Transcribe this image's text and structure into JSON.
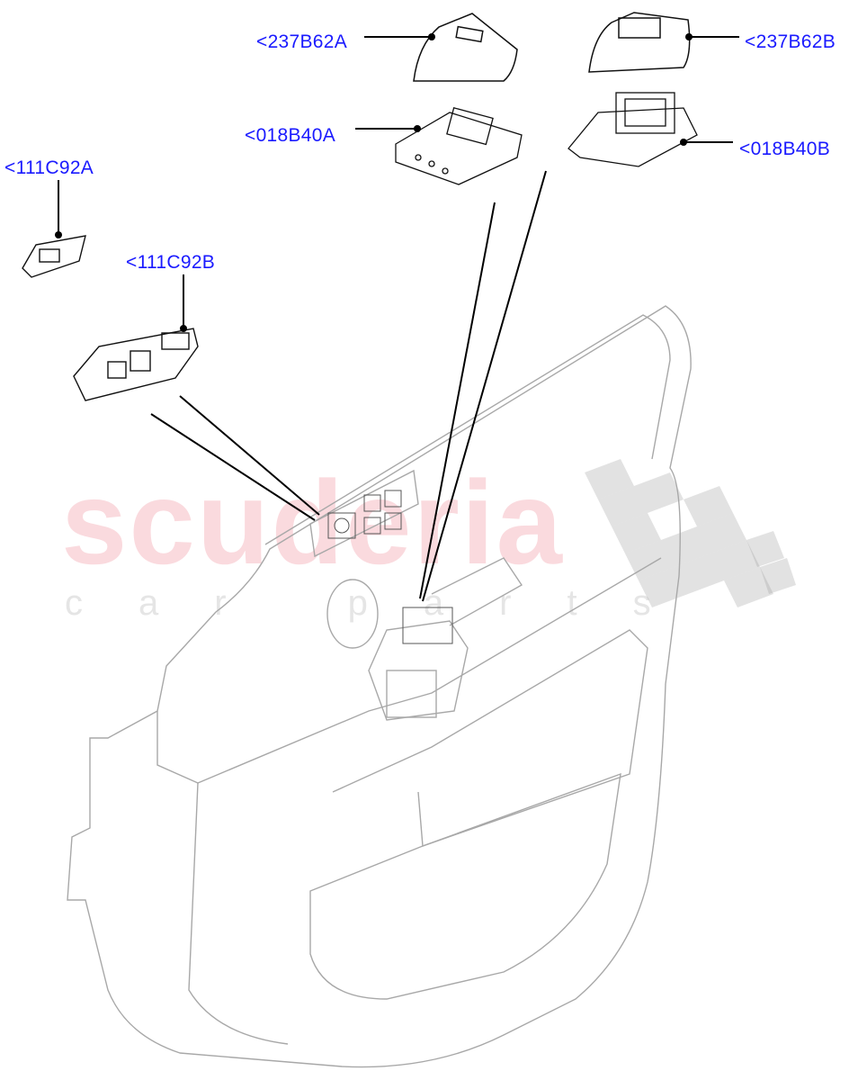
{
  "diagram": {
    "callouts": [
      {
        "id": "237B62A",
        "label": "<237B62A"
      },
      {
        "id": "237B62B",
        "label": "<237B62B"
      },
      {
        "id": "018B40A",
        "label": "<018B40A"
      },
      {
        "id": "018B40B",
        "label": "<018B40B"
      },
      {
        "id": "111C92A",
        "label": "<111C92A"
      },
      {
        "id": "111C92B",
        "label": "<111C92B"
      }
    ],
    "label_color": "#1a1aff"
  },
  "watermark": {
    "brand": "scuderia",
    "tagline": "car parts"
  }
}
